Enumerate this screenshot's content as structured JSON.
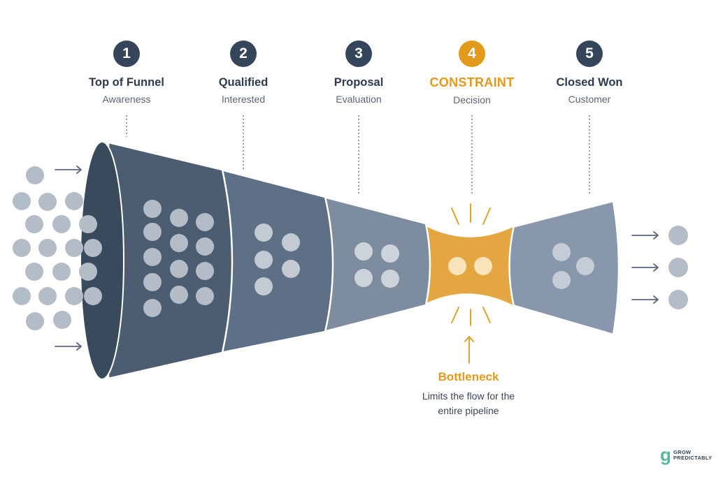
{
  "stages": [
    {
      "number": "1",
      "title": "Top of Funnel",
      "subtitle": "Awareness"
    },
    {
      "number": "2",
      "title": "Qualified",
      "subtitle": "Interested"
    },
    {
      "number": "3",
      "title": "Proposal",
      "subtitle": "Evaluation"
    },
    {
      "number": "4",
      "title": "CONSTRAINT",
      "subtitle": "Decision"
    },
    {
      "number": "5",
      "title": "Closed Won",
      "subtitle": "Customer"
    }
  ],
  "bottleneck": {
    "label": "Bottleneck",
    "description": "Limits the flow for the entire pipeline"
  },
  "brand": {
    "mark": "g",
    "line1": "GROW",
    "line2": "PREDICTABLY"
  },
  "colors": {
    "dark_navy": "#35465a",
    "constraint_orange": "#e29a1b",
    "dot_grey": "#b4bcc8",
    "brand_green": "#58b89a"
  }
}
